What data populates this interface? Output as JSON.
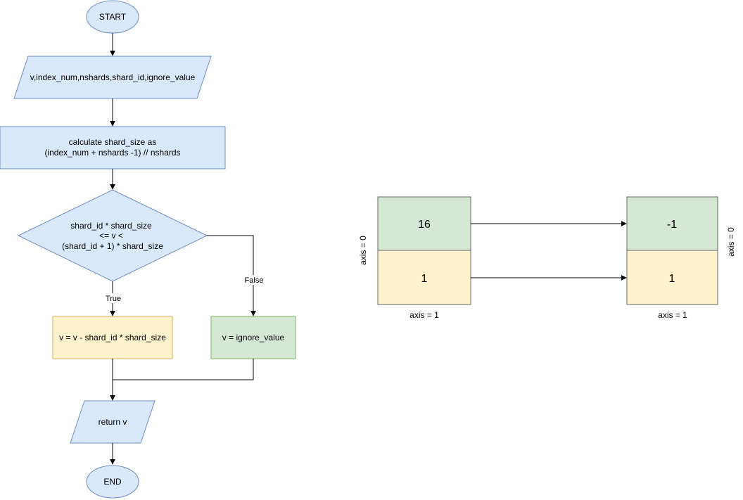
{
  "colors": {
    "blue_fill": "#dae8fc",
    "blue_stroke": "#6c8ebf",
    "yellow_fill": "#fff2cc",
    "yellow_stroke": "#d6b656",
    "green_fill": "#d5e8d4",
    "green_stroke": "#82b366",
    "neutral_stroke": "#666666",
    "line": "#000000"
  },
  "flowchart": {
    "start": "START",
    "input": "v,index_num,nshards,shard_id,ignore_value",
    "calc": [
      "calculate shard_size as",
      "(index_num + nshards -1) // nshards"
    ],
    "decision": [
      "shard_id * shard_size",
      "<= v <",
      "(shard_id + 1) * shard_size"
    ],
    "true_label": "True",
    "false_label": "False",
    "true_branch": "v = v - shard_id * shard_size",
    "false_branch": "v = ignore_value",
    "output": "return v",
    "end": "END"
  },
  "tensor_example": {
    "input_tensor": {
      "values": [
        "16",
        "1"
      ],
      "axis0_label": "axis = 0",
      "axis1_label": "axis = 1"
    },
    "output_tensor": {
      "values": [
        "-1",
        "1"
      ],
      "axis0_label": "axis = 0",
      "axis1_label": "axis = 1"
    }
  }
}
